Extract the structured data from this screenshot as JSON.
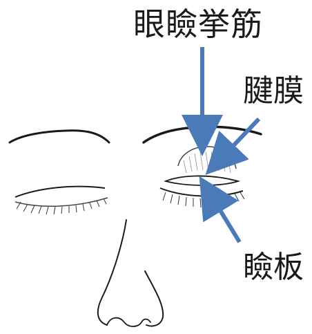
{
  "labels": {
    "levator": "眼瞼挙筋",
    "tendon": "腱膜",
    "tarsus": "瞼板"
  },
  "colors": {
    "arrow": "#4a7ab8",
    "ink": "#1a1a1a",
    "background": "#ffffff"
  }
}
